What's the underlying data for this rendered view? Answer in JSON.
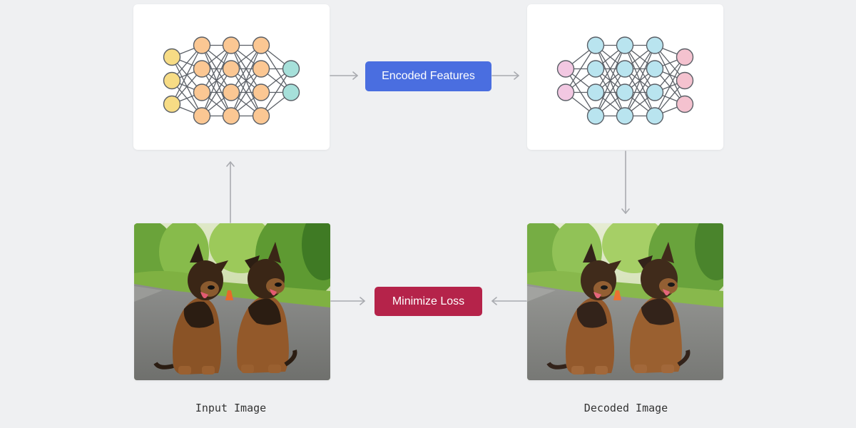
{
  "colors": {
    "background": "#eff0f2",
    "encoded_pill": "#4a6ee0",
    "loss_pill": "#b5234a",
    "arrow": "#a9abb0",
    "node_stroke": "#5a5f66",
    "edge": "#5a5f66",
    "encoder_input_node": "#f7dc85",
    "encoder_hidden_node": "#fbc793",
    "encoder_output_node": "#a6e0da",
    "decoder_input_node": "#f2c8e2",
    "decoder_hidden_node": "#b9e4ef",
    "decoder_output_node": "#f4c2cf"
  },
  "encoder": {
    "layers": [
      3,
      4,
      4,
      4,
      2
    ]
  },
  "decoder": {
    "layers": [
      2,
      4,
      4,
      4,
      3
    ]
  },
  "labels": {
    "encoded_features": "Encoded Features",
    "minimize_loss": "Minimize Loss",
    "input_image": "Input Image",
    "decoded_image": "Decoded Image"
  },
  "images": {
    "input": "two-german-shepherds-photo",
    "decoded": "two-german-shepherds-reconstruction"
  }
}
